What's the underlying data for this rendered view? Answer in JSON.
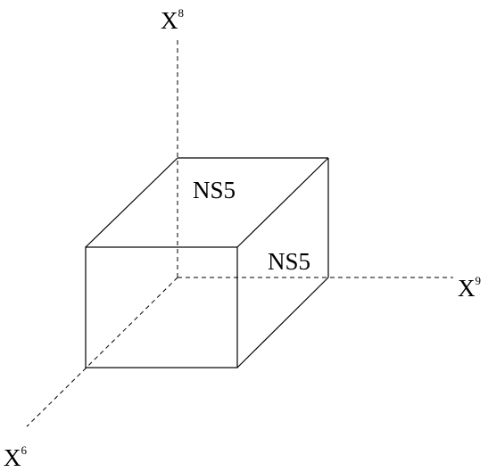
{
  "axes": {
    "x8": {
      "base": "X",
      "sup": "8"
    },
    "x9": {
      "base": "X",
      "sup": "9"
    },
    "x6": {
      "base": "X",
      "sup": "6"
    }
  },
  "branes": {
    "top_label": "NS5",
    "side_label": "NS5"
  }
}
